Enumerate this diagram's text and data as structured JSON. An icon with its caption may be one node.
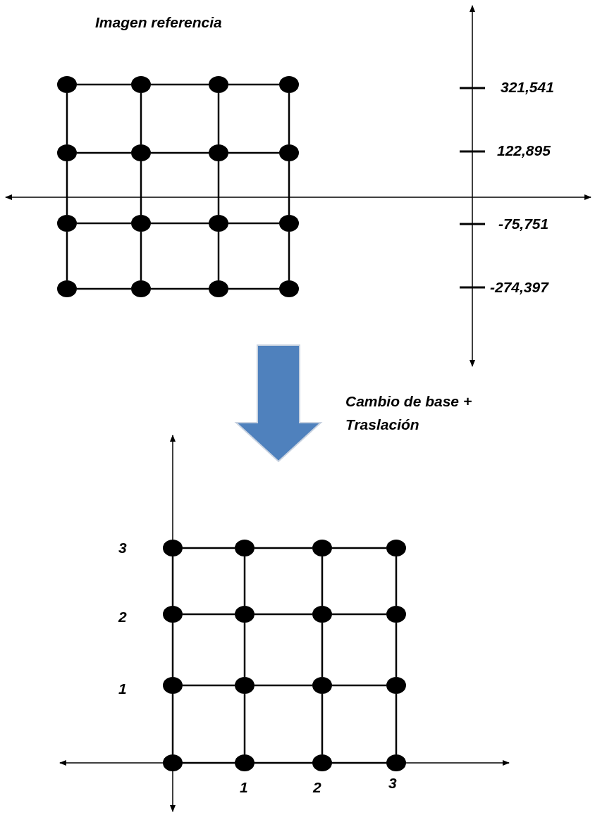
{
  "diagram": {
    "title": "Imagen referencia",
    "nodes": [
      {
        "text": [],
        "shape": "circle"
      },
      {
        "text": [],
        "shape": "circle"
      },
      {
        "text": [],
        "shape": "circle"
      },
      {
        "text": [],
        "shape": "circle"
      },
      {
        "text": [],
        "shape": "circle"
      },
      {
        "text": [],
        "shape": "circle"
      },
      {
        "text": [],
        "shape": "circle"
      },
      {
        "text": [],
        "shape": "circle"
      },
      {
        "text": [],
        "shape": "circle"
      },
      {
        "text": [],
        "shape": "circle"
      },
      {
        "text": [],
        "shape": "circle"
      },
      {
        "text": [],
        "shape": "circle"
      },
      {
        "text": [],
        "shape": "circle"
      },
      {
        "text": [],
        "shape": "circle"
      },
      {
        "text": [],
        "shape": "circle"
      },
      {
        "text": [],
        "shape": "circle"
      },
      {
        "text": [],
        "shape": "circle"
      },
      {
        "text": [],
        "shape": "circle"
      },
      {
        "text": [],
        "shape": "circle"
      },
      {
        "text": [],
        "shape": "circle"
      },
      {
        "text": [],
        "shape": "circle"
      },
      {
        "text": [],
        "shape": "circle"
      },
      {
        "text": [],
        "shape": "circle"
      },
      {
        "text": [],
        "shape": "circle"
      },
      {
        "text": [],
        "shape": "circle"
      },
      {
        "text": [],
        "shape": "circle"
      },
      {
        "text": [],
        "shape": "circle"
      },
      {
        "text": [],
        "shape": "circle"
      },
      {
        "text": [],
        "shape": "circle"
      },
      {
        "text": [],
        "shape": "circle"
      },
      {
        "text": [],
        "shape": "circle"
      },
      {
        "text": [],
        "shape": "circle"
      }
    ],
    "edges": [
      {
        "from": 0,
        "to": 1,
        "arrow": "none"
      },
      {
        "from": 1,
        "to": 2,
        "arrow": "none"
      },
      {
        "from": 2,
        "to": 3,
        "arrow": "none"
      },
      {
        "from": 4,
        "to": 5,
        "arrow": "none"
      },
      {
        "from": 5,
        "to": 6,
        "arrow": "none"
      },
      {
        "from": 6,
        "to": 7,
        "arrow": "none"
      },
      {
        "from": 8,
        "to": 9,
        "arrow": "none"
      },
      {
        "from": 9,
        "to": 10,
        "arrow": "none"
      },
      {
        "from": 10,
        "to": 11,
        "arrow": "none"
      },
      {
        "from": 12,
        "to": 13,
        "arrow": "none"
      },
      {
        "from": 13,
        "to": 14,
        "arrow": "none"
      },
      {
        "from": 14,
        "to": 15,
        "arrow": "none"
      },
      {
        "from": 0,
        "to": 4,
        "arrow": "none"
      },
      {
        "from": 4,
        "to": 8,
        "arrow": "none"
      },
      {
        "from": 8,
        "to": 12,
        "arrow": "none"
      },
      {
        "from": 1,
        "to": 5,
        "arrow": "none"
      },
      {
        "from": 5,
        "to": 9,
        "arrow": "none"
      },
      {
        "from": 9,
        "to": 13,
        "arrow": "none"
      },
      {
        "from": 2,
        "to": 6,
        "arrow": "none"
      },
      {
        "from": 6,
        "to": 10,
        "arrow": "none"
      },
      {
        "from": 10,
        "to": 14,
        "arrow": "none"
      },
      {
        "from": 3,
        "to": 7,
        "arrow": "none"
      },
      {
        "from": 7,
        "to": 11,
        "arrow": "none"
      },
      {
        "from": 11,
        "to": 15,
        "arrow": "none"
      },
      {
        "from": 16,
        "to": 17,
        "arrow": "none"
      },
      {
        "from": 17,
        "to": 18,
        "arrow": "none"
      },
      {
        "from": 18,
        "to": 19,
        "arrow": "none"
      },
      {
        "from": 20,
        "to": 21,
        "arrow": "none"
      },
      {
        "from": 21,
        "to": 22,
        "arrow": "none"
      },
      {
        "from": 22,
        "to": 23,
        "arrow": "none"
      },
      {
        "from": 24,
        "to": 25,
        "arrow": "none"
      },
      {
        "from": 25,
        "to": 26,
        "arrow": "none"
      },
      {
        "from": 26,
        "to": 27,
        "arrow": "none"
      },
      {
        "from": 28,
        "to": 29,
        "arrow": "none"
      },
      {
        "from": 29,
        "to": 30,
        "arrow": "none"
      },
      {
        "from": 30,
        "to": 31,
        "arrow": "none"
      },
      {
        "from": 16,
        "to": 20,
        "arrow": "none"
      },
      {
        "from": 20,
        "to": 24,
        "arrow": "none"
      },
      {
        "from": 24,
        "to": 28,
        "arrow": "none"
      },
      {
        "from": 17,
        "to": 21,
        "arrow": "none"
      },
      {
        "from": 21,
        "to": 25,
        "arrow": "none"
      },
      {
        "from": 25,
        "to": 29,
        "arrow": "none"
      },
      {
        "from": 18,
        "to": 22,
        "arrow": "none"
      },
      {
        "from": 22,
        "to": 26,
        "arrow": "none"
      },
      {
        "from": 26,
        "to": 30,
        "arrow": "none"
      },
      {
        "from": 19,
        "to": 23,
        "arrow": "none"
      },
      {
        "from": 23,
        "to": 27,
        "arrow": "none"
      },
      {
        "from": 27,
        "to": 31,
        "arrow": "none"
      }
    ],
    "labels": [
      "321,541",
      "122,895",
      "-75,751",
      "-274,397",
      "Cambio de base + Traslación",
      "3",
      "2",
      "1",
      "1",
      "2",
      "3"
    ]
  }
}
